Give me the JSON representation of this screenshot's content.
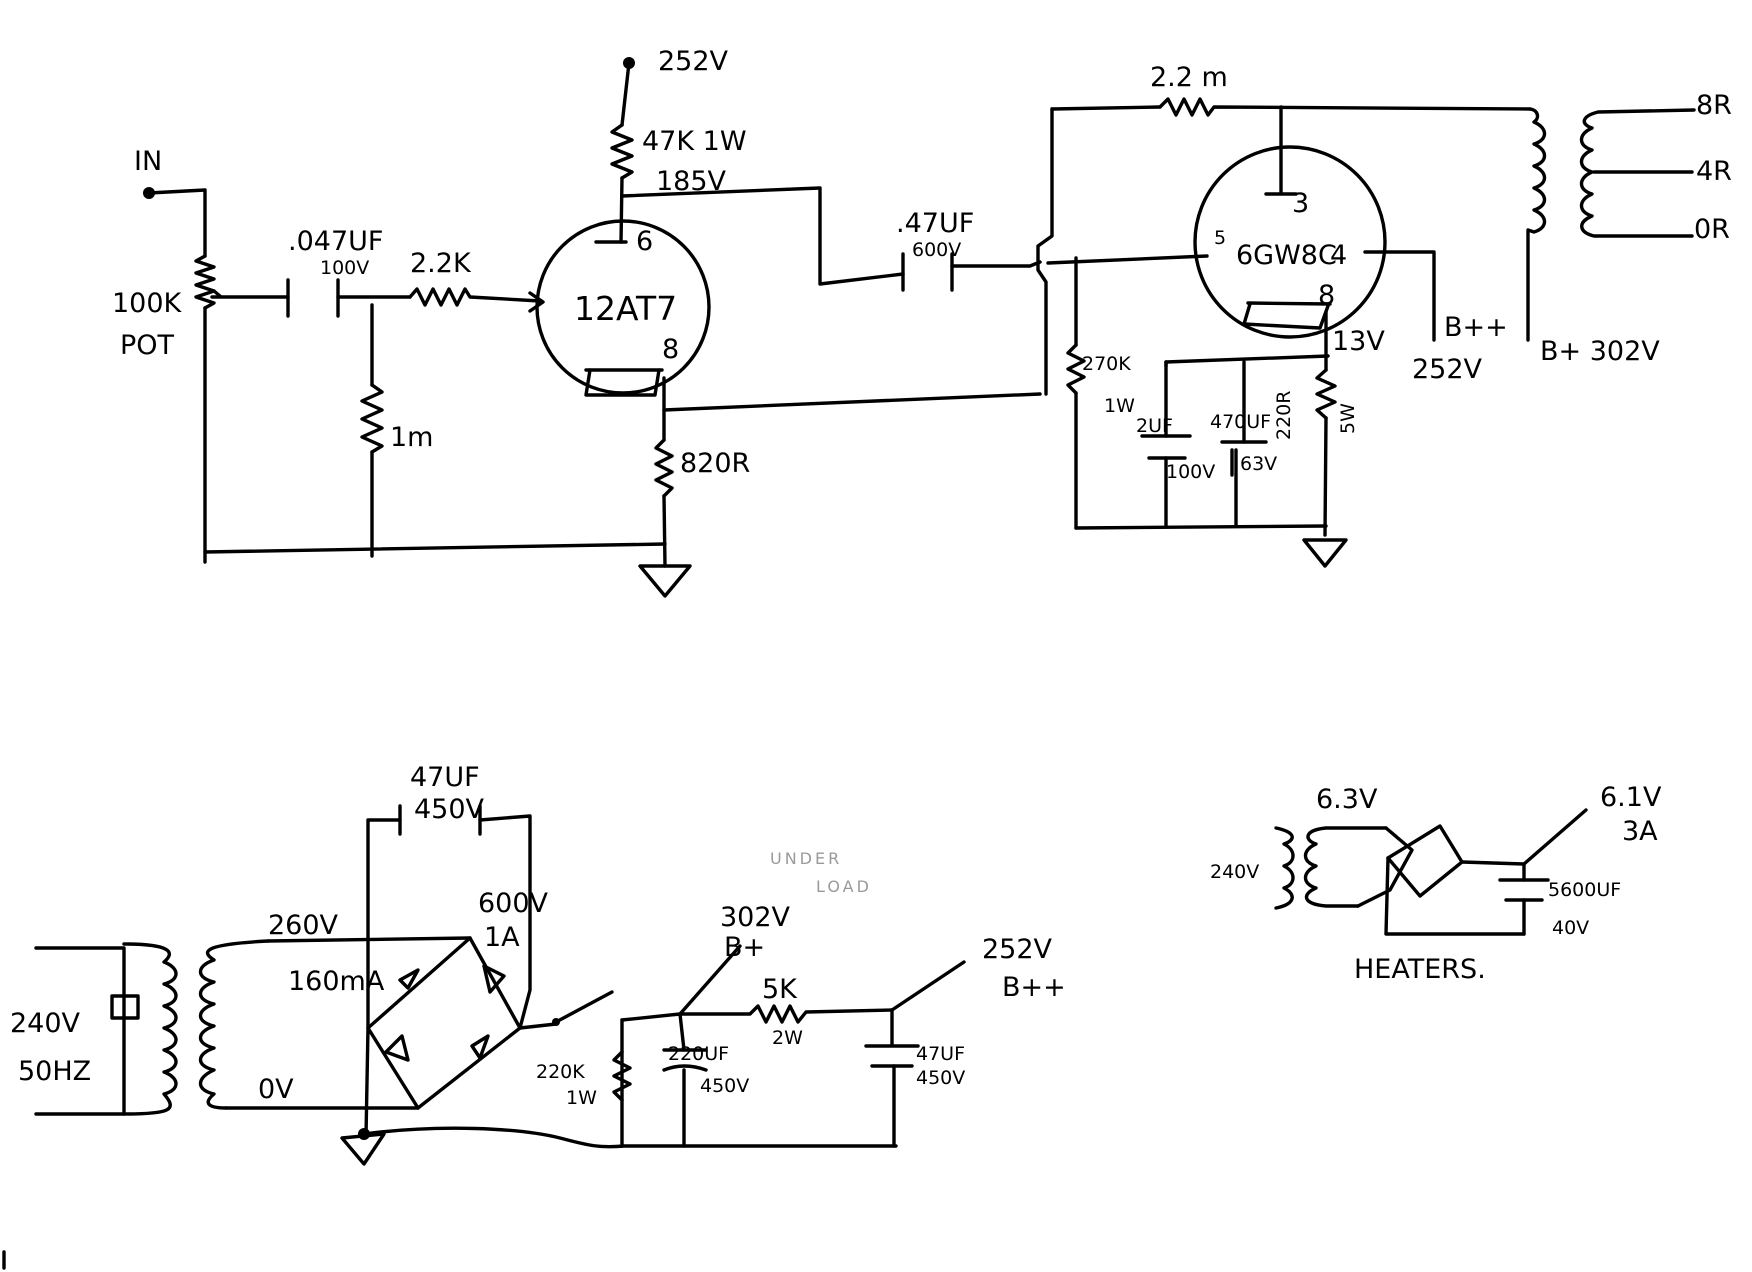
{
  "amplifier": {
    "input": "IN",
    "pot": [
      "100K",
      "POT"
    ],
    "coupling_cap": [
      ".047UF",
      "100V"
    ],
    "grid_stopper": "2.2K",
    "grid_leak": "1m",
    "supply_top": "252V",
    "plate_resistor": "47K 1W",
    "plate_voltage": "185V",
    "preamp_tube": "12AT7",
    "preamp_pin_plate": "6",
    "preamp_pin_cathode": "8",
    "cathode_resistor": "820R",
    "interstage_cap": [
      ".47UF",
      "600V"
    ]
  },
  "output_stage": {
    "feedback_resistor": "2.2 m",
    "tube": "6GW8C",
    "pin_plate": "3",
    "pin_grid": "5",
    "pin_screen": "4",
    "pin_cathode": "8",
    "cathode_voltage": "13V",
    "grid_resistor": [
      "270K",
      "1W"
    ],
    "bypass_cap_1": [
      "2UF",
      "100V"
    ],
    "bypass_cap_2": [
      "470UF",
      "63V"
    ],
    "cathode_resistor": [
      "220R",
      "5W"
    ],
    "screen_supply": [
      "B++",
      "252V"
    ],
    "plate_supply": "B+ 302V",
    "taps": [
      "8R",
      "4R",
      "0R"
    ]
  },
  "power_supply": {
    "mains": [
      "240V",
      "50HZ"
    ],
    "secondary_voltage": "260V",
    "secondary_current": "160mA",
    "secondary_zero": "0V",
    "filter_cap": [
      "47UF",
      "450V"
    ],
    "diode_rating": [
      "600V",
      "1A"
    ],
    "note": [
      "UNDER",
      "LOAD"
    ],
    "bplus": [
      "302V",
      "B+"
    ],
    "bleeder": [
      "220K",
      "1W"
    ],
    "reservoir_cap": [
      "220UF",
      "450V"
    ],
    "dropper": [
      "5K",
      "2W"
    ],
    "bplusplus": [
      "252V",
      "B++"
    ],
    "final_cap": [
      "47UF",
      "450V"
    ]
  },
  "heaters": {
    "mains": "240V",
    "secondary": "6.3V",
    "output": [
      "6.1V",
      "3A"
    ],
    "cap": [
      "5600UF",
      "40V"
    ],
    "label": "HEATERS."
  }
}
